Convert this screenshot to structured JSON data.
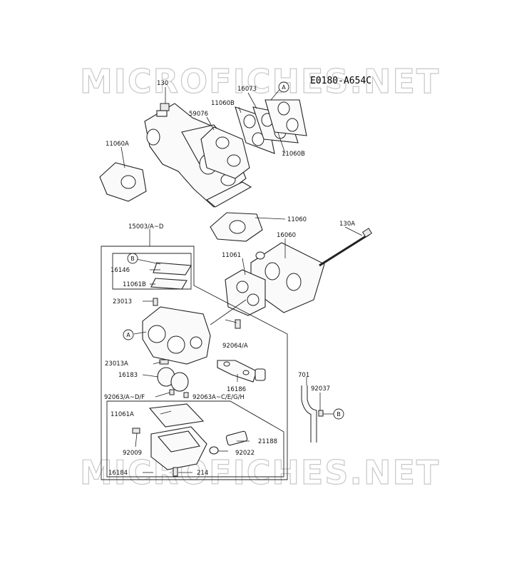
{
  "watermark": "MICROFICHES.NET",
  "diagram_code": "E0180-A654C",
  "parts": {
    "p130": "130",
    "p16073": "16073",
    "p11060B_top": "11060B",
    "p59076": "59076",
    "p11060B_right": "11060B",
    "p11060A": "11060A",
    "p11060": "11060",
    "p15003": "15003/A~D",
    "p130A": "130A",
    "p16060": "16060",
    "p11061": "11061",
    "p16146": "16146",
    "p11061B": "11061B",
    "p23013": "23013",
    "p92064A": "92064/A",
    "p23013A": "23013A",
    "p16183": "16183",
    "p16186": "16186",
    "p701": "701",
    "p92037": "92037",
    "p92063ADF": "92063/A~D/F",
    "p92063ACEGH": "92063A~C/E/G/H",
    "p11061A": "11061A",
    "p21188": "21188",
    "p92009": "92009",
    "p92022": "92022",
    "p16184": "16184",
    "p214": "214"
  },
  "callouts": {
    "a": "A",
    "b": "B"
  }
}
